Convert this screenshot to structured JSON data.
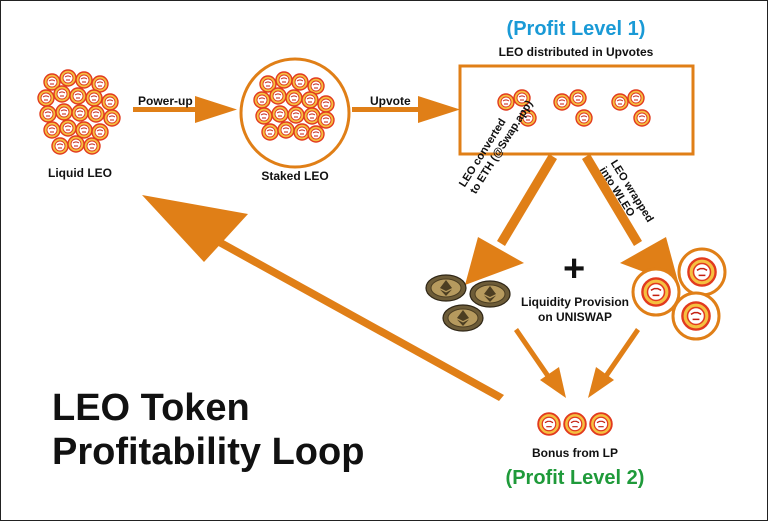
{
  "title": {
    "line1": "LEO Token",
    "line2": "Profitability Loop"
  },
  "nodes": {
    "liquid": "Liquid LEO",
    "staked": "Staked LEO",
    "distributed": "LEO distributed in Upvotes",
    "liquidity": "Liquidity Provision on UNISWAP",
    "liquidity_line1": "Liquidity Provision",
    "liquidity_line2": "on UNISWAP",
    "bonus": "Bonus from LP"
  },
  "edges": {
    "power_up": "Power-up",
    "upvote": "Upvote",
    "converted_line1": "LEO converted",
    "converted_line2": "to ETH (@Swap.app)",
    "wrapped_line1": "LEO wrapped",
    "wrapped_line2": "into WLEO",
    "plus": "+"
  },
  "levels": {
    "level1": "(Profit Level 1)",
    "level2": "(Profit Level 2)"
  },
  "colors": {
    "arrow": "#e07f17",
    "level1": "#1a9ad6",
    "level2": "#1f9a3a",
    "coin_gold": "#f5b21e",
    "coin_red": "#e2321e",
    "eth_coin": "#7a6a44"
  },
  "icons": {
    "leo": "lion-coin-icon",
    "eth": "ethereum-coin-icon"
  }
}
